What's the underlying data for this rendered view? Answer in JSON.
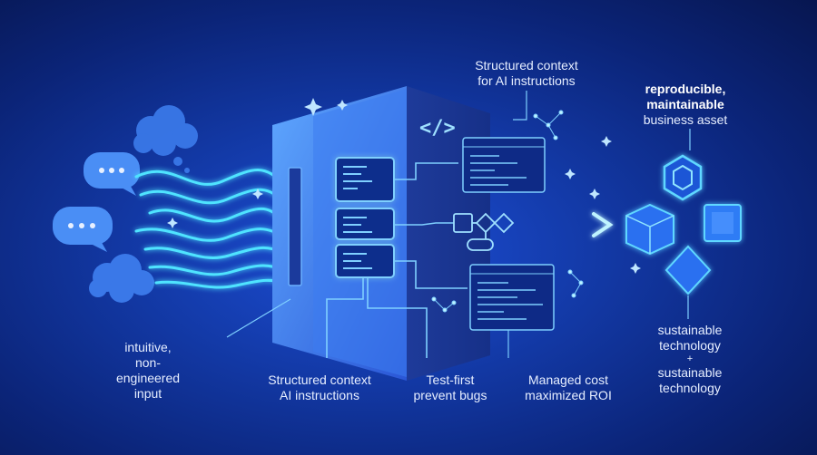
{
  "input": {
    "lines": [
      "intuitive,",
      "non-",
      "engineered",
      "input"
    ]
  },
  "context_top": {
    "lines": [
      "Structured context",
      "for AI instructions"
    ]
  },
  "asset": {
    "bold_lines": [
      "reproducible,",
      "maintainable"
    ],
    "line": "business asset"
  },
  "bottom": {
    "structured": [
      "Structured context",
      "AI instructions"
    ],
    "test": [
      "Test-first",
      "prevent bugs"
    ],
    "cost": [
      "Managed cost",
      "maximized ROI"
    ]
  },
  "sustain": {
    "first": [
      "sustainable",
      "technology"
    ],
    "plus": "+",
    "second": [
      "sustainable",
      "technology"
    ]
  },
  "code_tag": "</>",
  "colors": {
    "accent": "#5fd7ff",
    "wave": "#4fe3ff",
    "panel": "#1a3fb8",
    "box": "#3aa0ff"
  },
  "icons": [
    "speech-bubble-icon",
    "thought-bubble-icon",
    "code-tag-icon",
    "hexagon-icon",
    "cube-icon",
    "square-icon",
    "diamond-icon",
    "sparkle-icon"
  ]
}
